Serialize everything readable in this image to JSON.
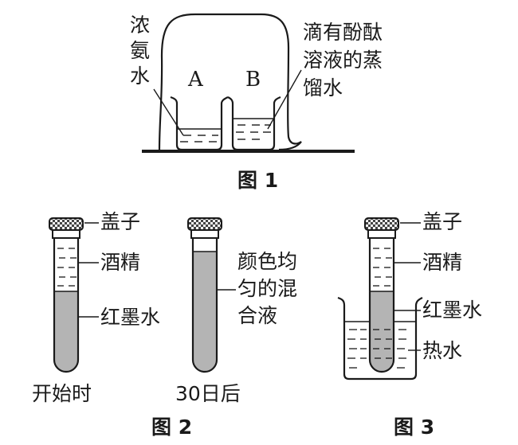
{
  "figure1": {
    "caption": "图 1",
    "left_label": [
      "浓",
      "氨",
      "水"
    ],
    "beaker_a": "A",
    "beaker_b": "B",
    "right_label": [
      "滴有酚酞",
      "溶液的蒸",
      "馏水"
    ]
  },
  "figure2": {
    "caption": "图 2",
    "cap_label": "盖子",
    "alcohol_label": "酒精",
    "ink_label": "红墨水",
    "start_label": "开始时",
    "after_label": "30日后",
    "mixed_label": [
      "颜色均",
      "匀的混",
      "合液"
    ]
  },
  "figure3": {
    "caption": "图 3",
    "cap_label": "盖子",
    "alcohol_label": "酒精",
    "ink_label": "红墨水",
    "hot_water_label": "热水"
  }
}
